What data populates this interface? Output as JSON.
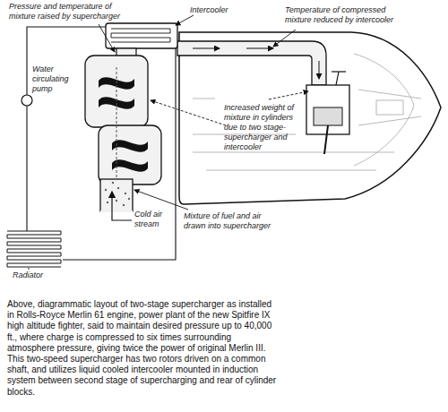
{
  "diagram": {
    "caption": "Above, diagrammatic layout of two-stage supercharger as installed in Rolls-Royce Merlin 61 engine, power plant of the new Spitfire IX high altitude fighter, said to maintain desired pressure up to 40,000 ft., where charge is compressed to six times surrounding atmosphere pressure, giving twice the power of original Merlin III. This two-speed supercharger has two rotors driven on a common shaft, and utilizes liquid cooled intercooler mounted in induction system between second stage of supercharging and rear of cylinder blocks.",
    "labels": [
      "Pressure and temperature of mixture raised by supercharger",
      "Intercooler",
      "Temperature of compressed mixture reduced by intercooler",
      "Water circulating pump",
      "Increased weight of mixture in cylinders due to two stage-supercharger and intercooler",
      "Cold air stream",
      "Mixture of fuel and air drawn into supercharger",
      "Radiator"
    ]
  }
}
